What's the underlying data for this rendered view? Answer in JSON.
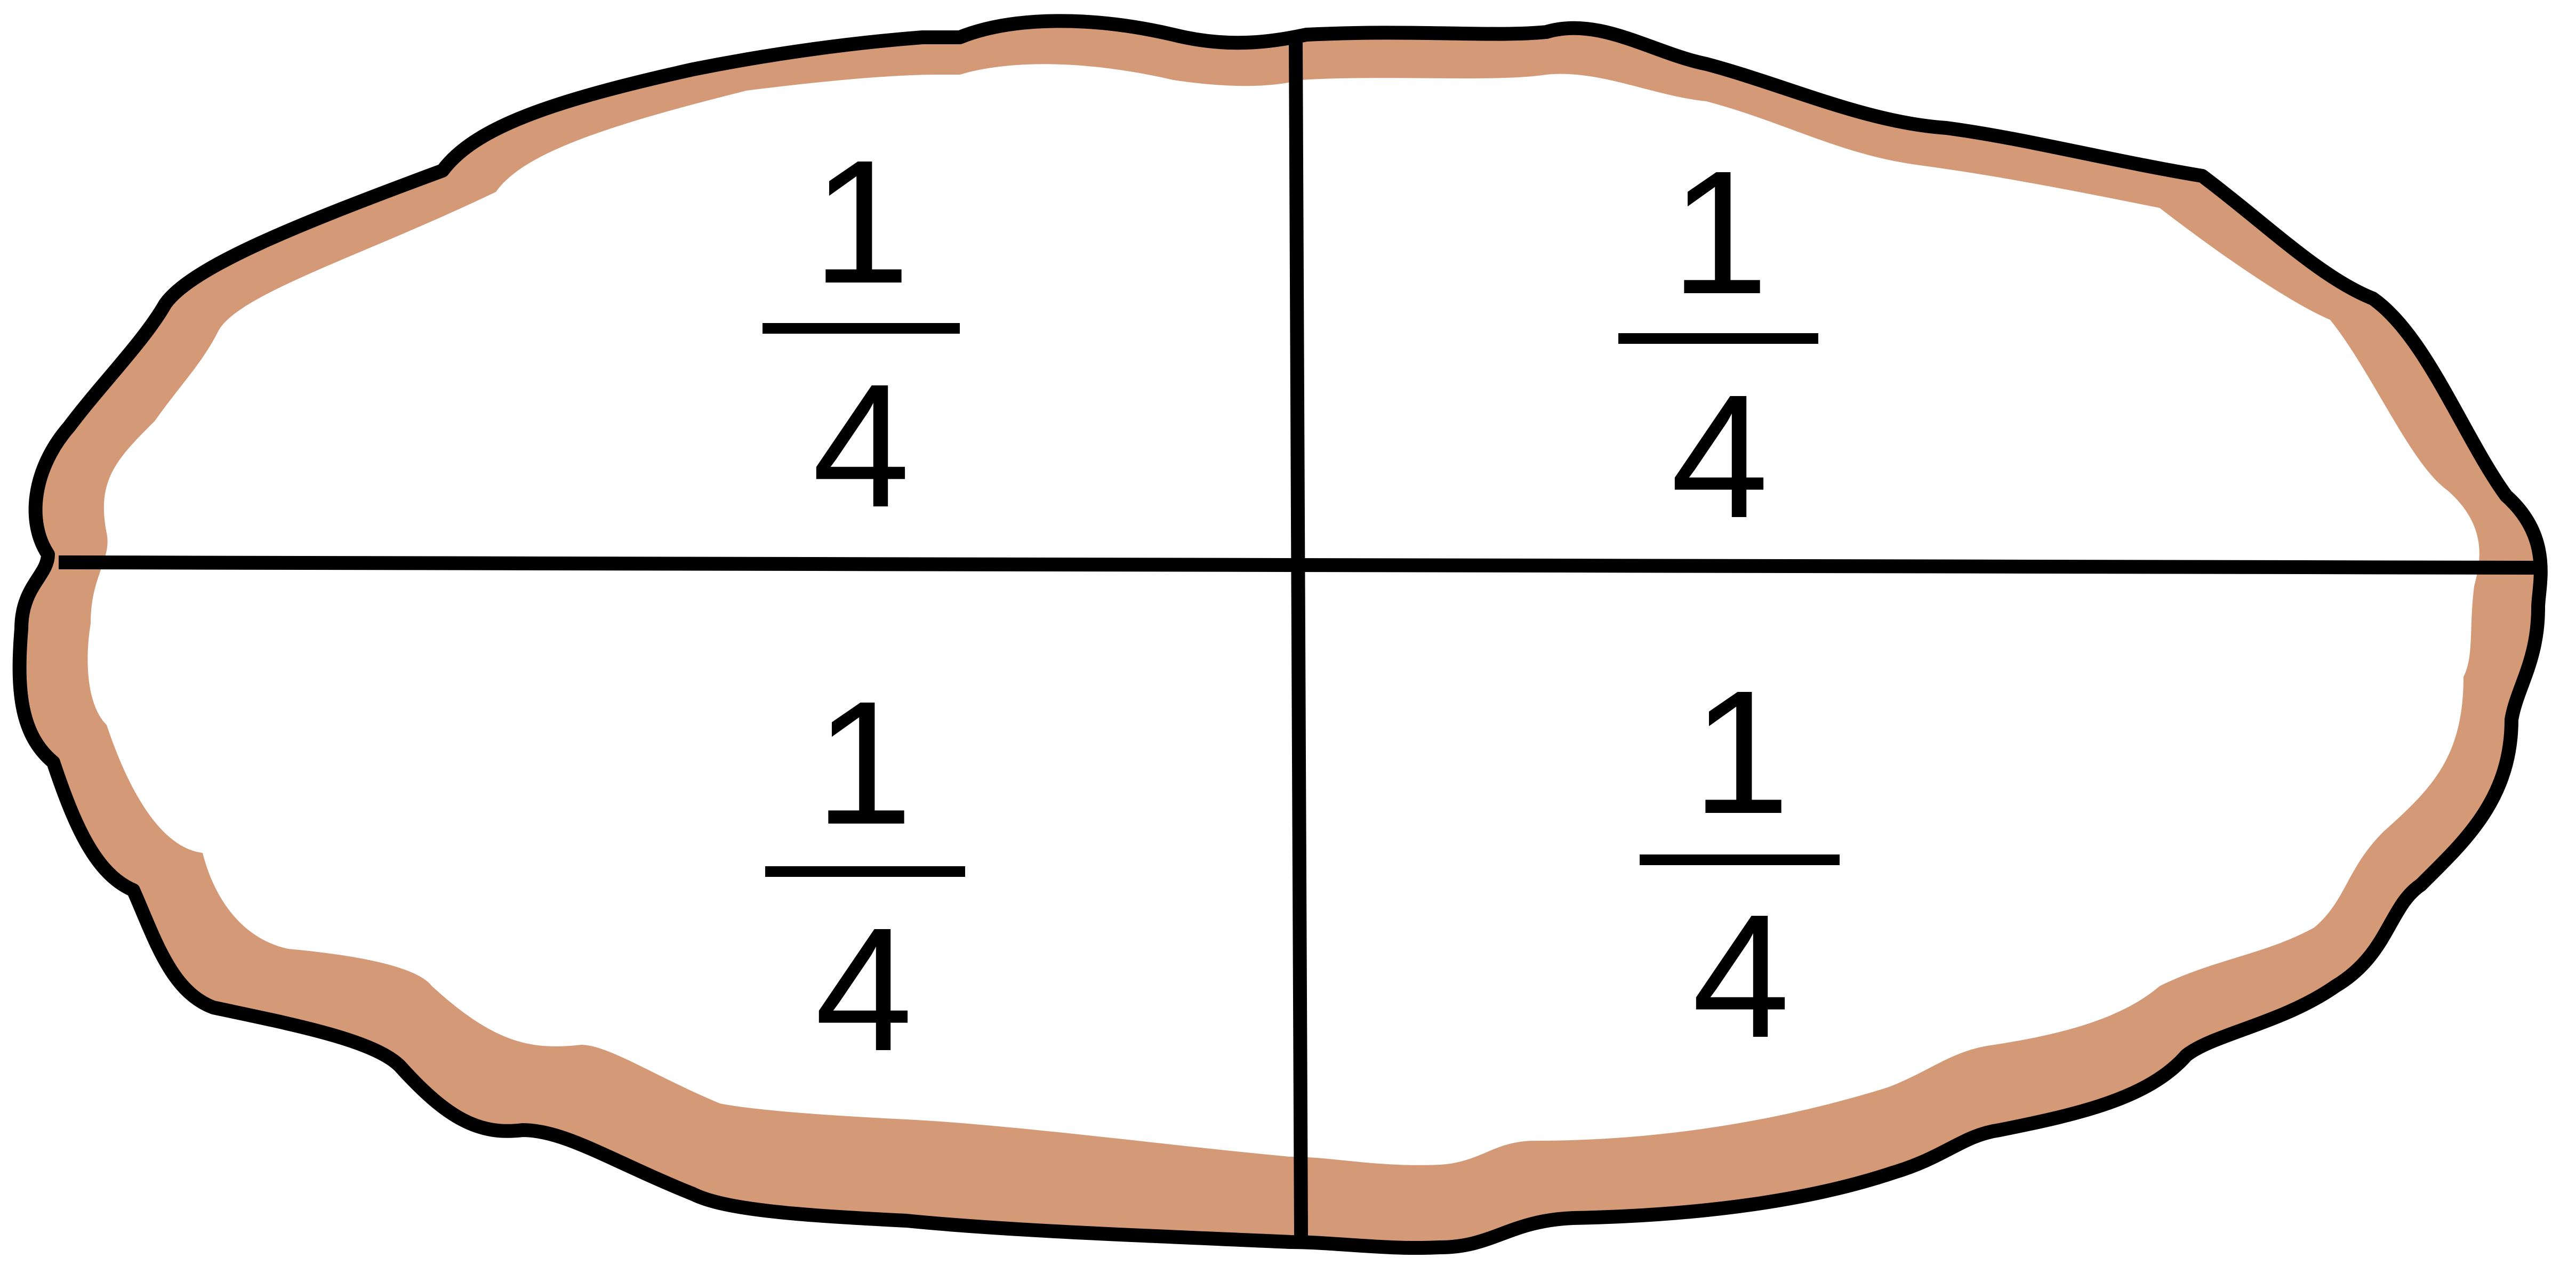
{
  "diagram": {
    "colors": {
      "crust": "#d49a77",
      "outline": "#000000",
      "fill": "#ffffff"
    },
    "pieces": [
      {
        "numerator": "1",
        "denominator": "4"
      },
      {
        "numerator": "1",
        "denominator": "4"
      },
      {
        "numerator": "1",
        "denominator": "4"
      },
      {
        "numerator": "1",
        "denominator": "4"
      }
    ]
  }
}
